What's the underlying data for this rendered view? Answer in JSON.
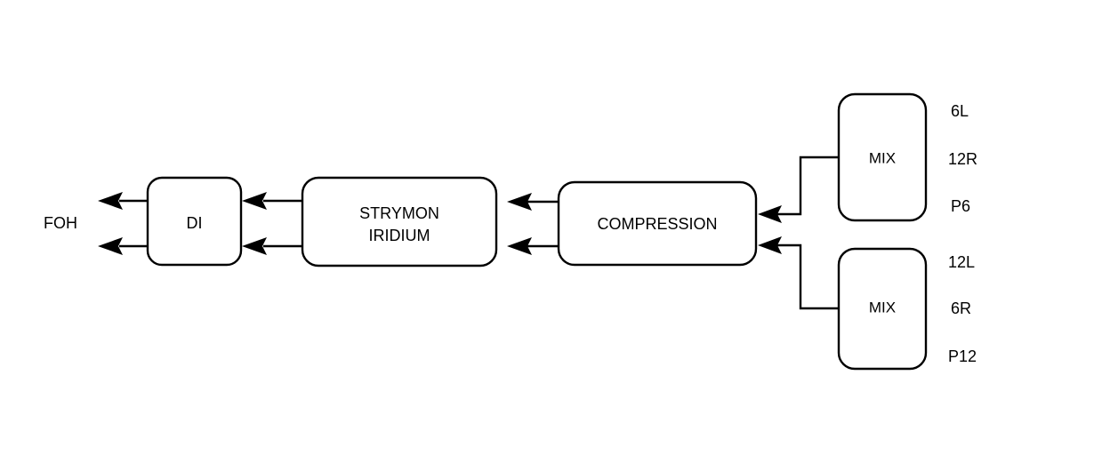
{
  "diagram": {
    "type": "signal-flow-block-diagram",
    "background_color": "#ffffff",
    "stroke_color": "#000000",
    "nodes": [
      {
        "id": "di",
        "label": "DI",
        "shape": "rounded-rectangle"
      },
      {
        "id": "strymon",
        "label_line1": "STRYMON",
        "label_line2": "IRIDIUM",
        "shape": "rounded-rectangle"
      },
      {
        "id": "compression",
        "label": "COMPRESSION",
        "shape": "rounded-rectangle"
      },
      {
        "id": "mix_top",
        "label": "MIX",
        "shape": "rounded-rectangle"
      },
      {
        "id": "mix_bottom",
        "label": "MIX",
        "shape": "rounded-rectangle"
      }
    ],
    "terminals": [
      {
        "id": "foh",
        "label": "FOH"
      }
    ],
    "port_labels_top": [
      "6L",
      "12R",
      "P6"
    ],
    "port_labels_bottom": [
      "12L",
      "6R",
      "P12"
    ],
    "connections": [
      {
        "from": "mix_top",
        "to": "compression",
        "style": "elbow-arrow"
      },
      {
        "from": "mix_bottom",
        "to": "compression",
        "style": "elbow-arrow"
      },
      {
        "from": "compression",
        "to": "strymon",
        "style": "double-arrow-pair"
      },
      {
        "from": "strymon",
        "to": "di",
        "style": "double-arrow-pair"
      },
      {
        "from": "di",
        "to": "foh",
        "style": "double-arrow-pair"
      }
    ]
  }
}
